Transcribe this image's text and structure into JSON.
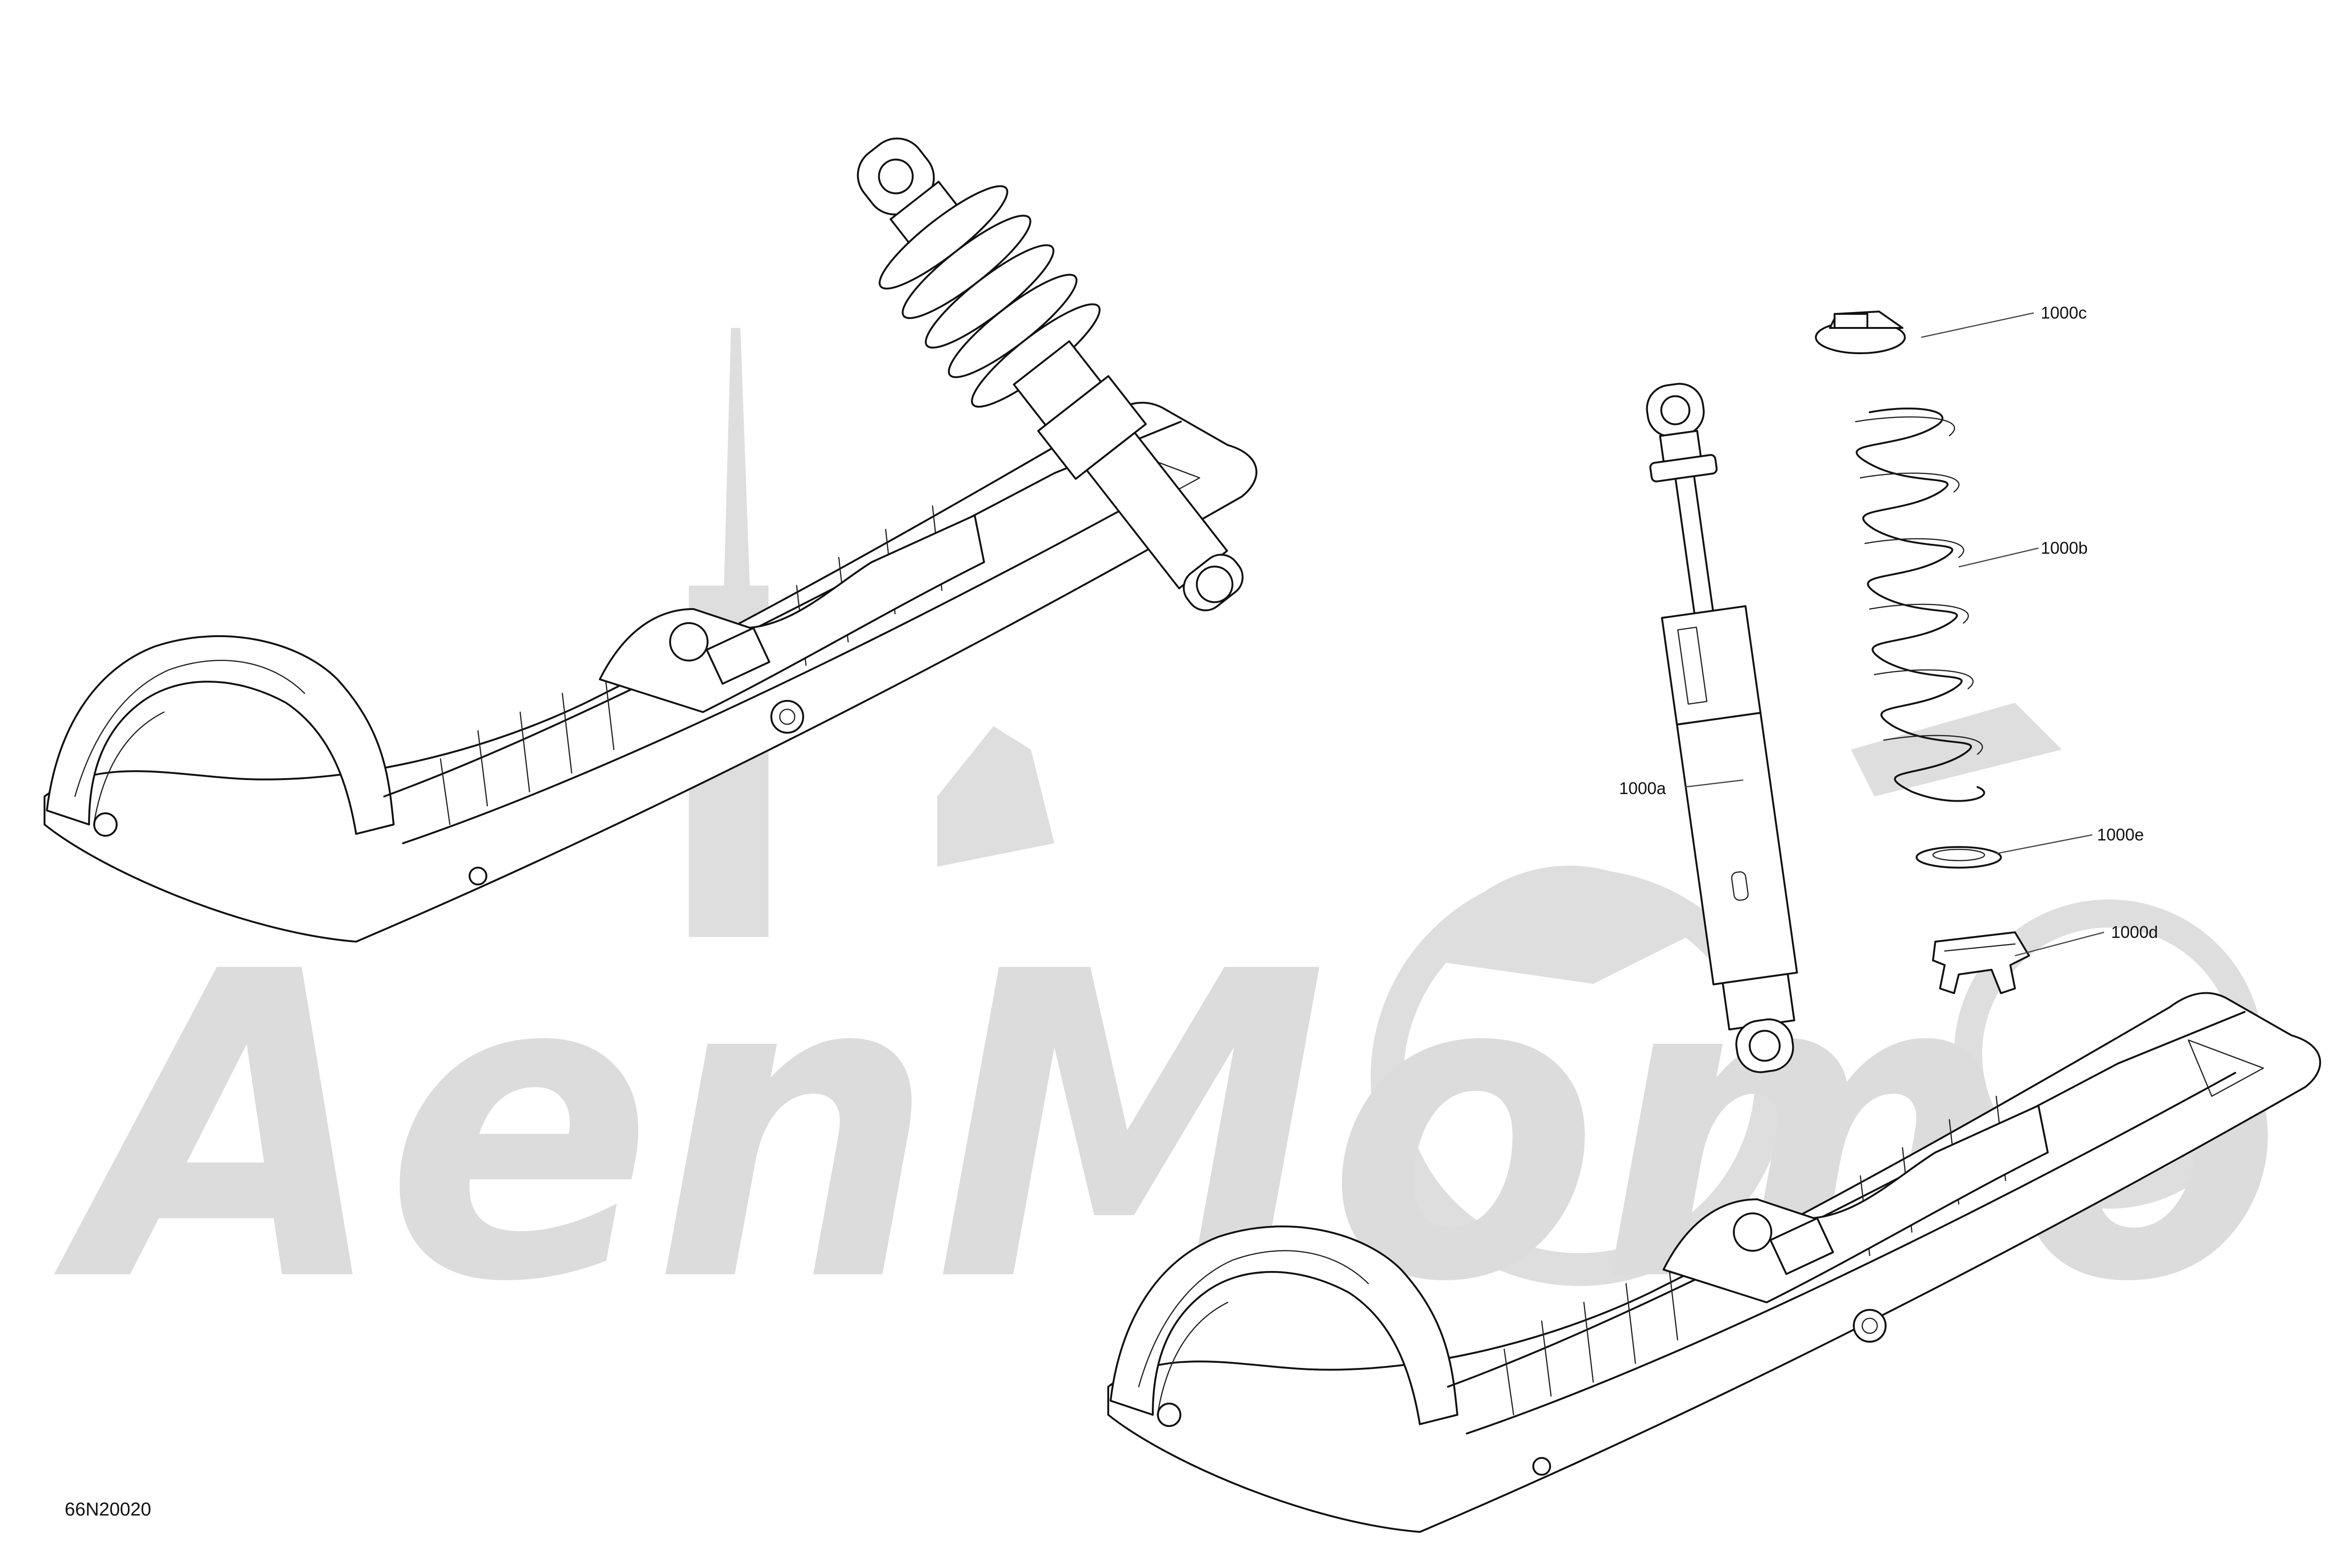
{
  "diagram": {
    "id_label": "66N20020",
    "watermark": "AenMomo",
    "callouts": [
      {
        "id": "1000a",
        "label": "1000a"
      },
      {
        "id": "1000b",
        "label": "1000b"
      },
      {
        "id": "1000c",
        "label": "1000c"
      },
      {
        "id": "1000d",
        "label": "1000d"
      },
      {
        "id": "1000e",
        "label": "1000e"
      }
    ]
  }
}
